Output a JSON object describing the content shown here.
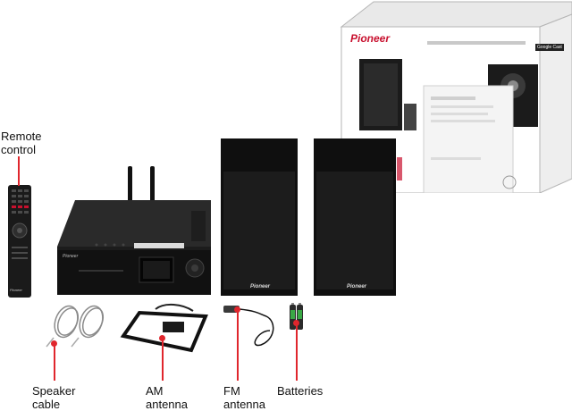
{
  "box": {
    "brand": "Pioneer",
    "badge": "Google Cast"
  },
  "unit": {
    "brand": "Pioneer"
  },
  "left_speaker": {
    "brand": "Pioneer"
  },
  "right_speaker": {
    "brand": "Pioneer"
  },
  "remote": {
    "brand": "Pioneer"
  },
  "labels": {
    "remote": "Remote\ncontrol",
    "speaker_cable": "Speaker\ncable",
    "am_antenna": "AM\nantenna",
    "fm_antenna": "FM\nantenna",
    "batteries": "Batteries"
  },
  "colors": {
    "callout": "#e0262d",
    "brand_red": "#c8102e"
  }
}
